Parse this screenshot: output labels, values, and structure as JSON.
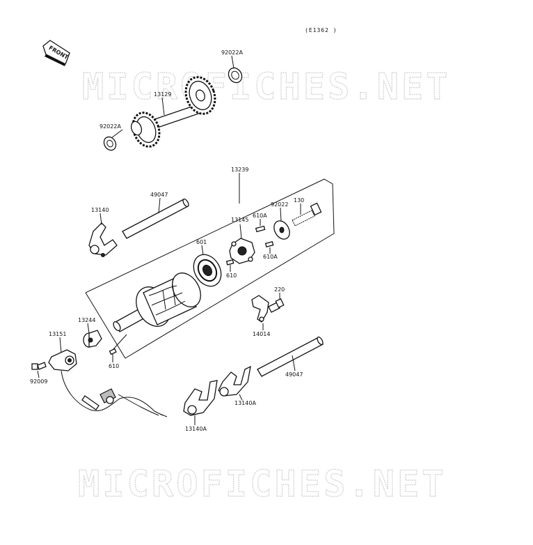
{
  "diagram_code": "(E1362 )",
  "front_label": "FRONT",
  "watermark_text": "MICROFICHES.NET",
  "labels": {
    "washer_top": "92022A",
    "shaft_gear": "13129",
    "washer_bottom": "92022A",
    "rod_top": "49047",
    "drum_assembly": "13239",
    "fork_top": "13140",
    "washer_mid": "92022",
    "bolt_130": "130",
    "pin_610a_top": "610A",
    "cam_13145": "13145",
    "bearing_601": "601",
    "pin_610a_bottom": "610A",
    "pin_610_mid": "610",
    "bolt_220": "220",
    "stopper_14014": "14014",
    "cam_13244": "13244",
    "switch_13151": "13151",
    "pin_610_bottom": "610",
    "screw_92009": "92009",
    "rod_bottom": "49047",
    "fork_13140a_right": "13140A",
    "fork_13140a_left": "13140A"
  }
}
